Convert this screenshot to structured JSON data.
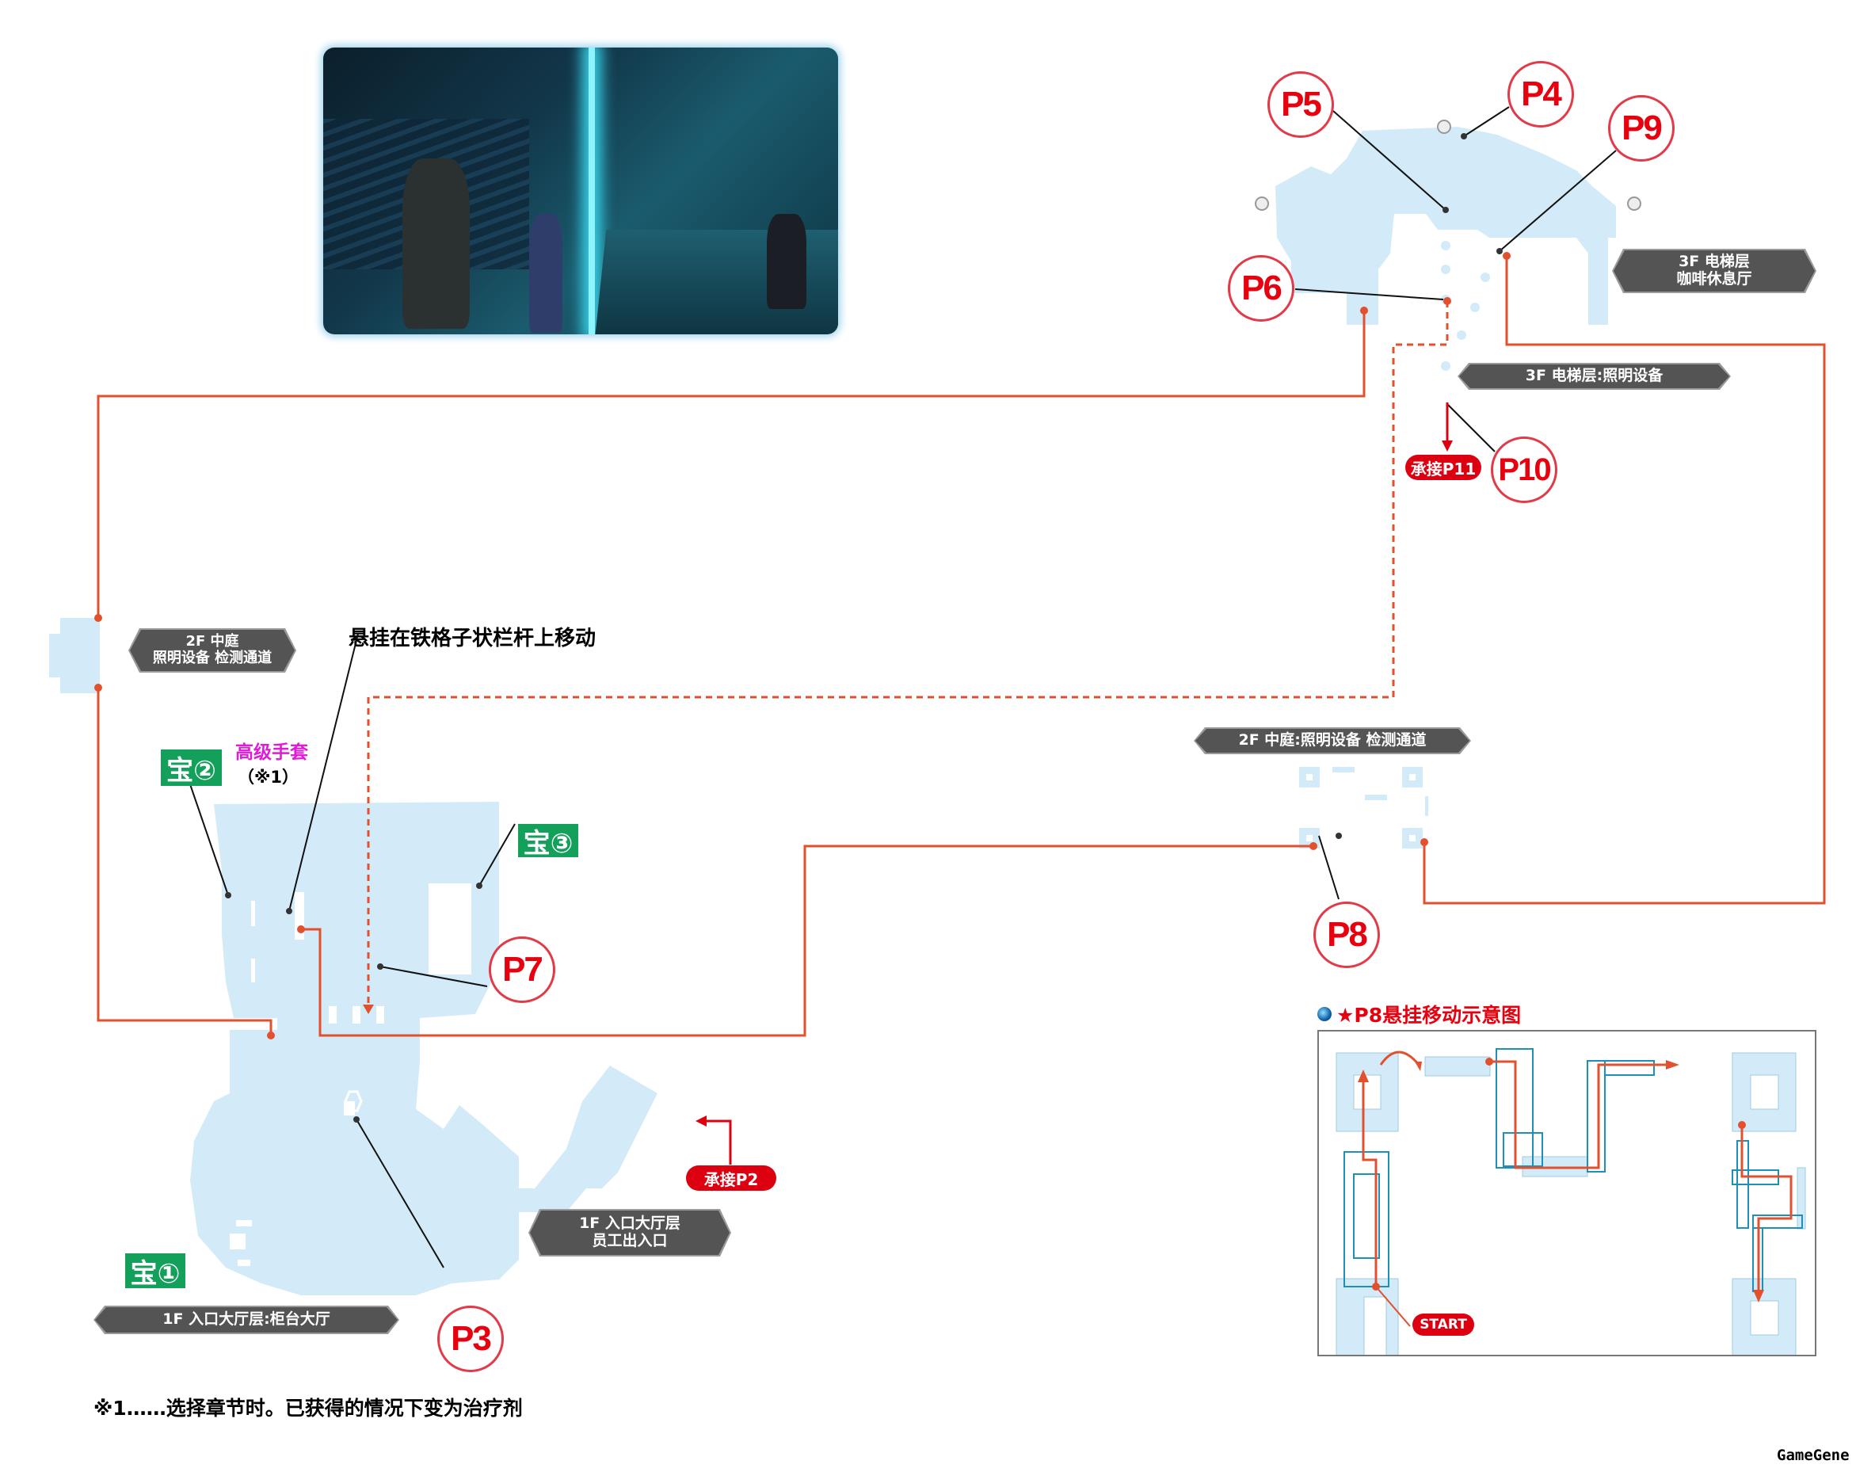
{
  "screenshot": {
    "description": "Game scene: lobby reception counter with hexagon barrier, three characters"
  },
  "floor_labels": {
    "f3_cafe": {
      "line1": "3F 电梯层",
      "line2": "咖啡休息厅"
    },
    "f3_lighting": {
      "text": "3F 电梯层:照明设备"
    },
    "f2_atrium_left": {
      "line1": "2F 中庭",
      "line2": "照明设备 检测通道"
    },
    "f2_atrium_right": {
      "text": "2F 中庭:照明设备 检测通道"
    },
    "f1_staff_exit": {
      "line1": "1F 入口大厅层",
      "line2": "员工出入口"
    },
    "f1_counter": {
      "text": "1F 入口大厅层:柜台大厅"
    }
  },
  "points": {
    "p3": "P3",
    "p4": "P4",
    "p5": "P5",
    "p6": "P6",
    "p7": "P7",
    "p8": "P8",
    "p9": "P9",
    "p10": "P10"
  },
  "continue_labels": {
    "to_p11": "承接P11",
    "from_p2": "承接P2"
  },
  "treasures": {
    "t1": "宝①",
    "t2": "宝②",
    "t3": "宝③"
  },
  "item": {
    "name": "高级手套",
    "note_ref": "（※1）"
  },
  "annotation_hang": "悬挂在铁格子状栏杆上移动",
  "footnote": "※1……选择章节时。已获得的情况下变为治疗剂",
  "inset": {
    "title": "★P8悬挂移动示意图",
    "start_label": "START"
  },
  "watermark": "GameGene",
  "colors": {
    "route": "#e2502e",
    "map_fill": "#d3ebf8",
    "marker_red": "#e8000f",
    "banner_bg": "#545454",
    "treasure_green": "#12a05a",
    "item_magenta": "#e01ad6",
    "grid_blue": "#1d8fb8"
  }
}
